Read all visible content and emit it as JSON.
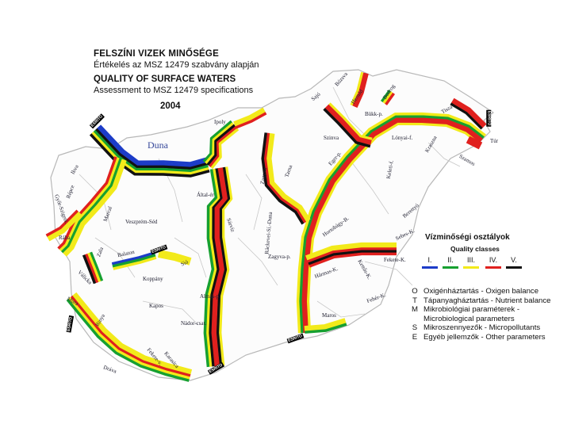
{
  "title": {
    "hu_main": "FELSZÍNI VIZEK MINŐSÉGE",
    "hu_sub": "Értékelés az MSZ 12479 szabvány alapján",
    "en_main": "QUALITY OF SURFACE WATERS",
    "en_sub": "Assessment to MSZ 12479 specifications",
    "year": "2004"
  },
  "legend": {
    "title_hu": "Vízminőségi osztályok",
    "title_en": "Quality classes",
    "classes": [
      {
        "label": "I.",
        "color": "#1c3cc8"
      },
      {
        "label": "II.",
        "color": "#16a030"
      },
      {
        "label": "III.",
        "color": "#f2ea1a"
      },
      {
        "label": "IV.",
        "color": "#e0201e"
      },
      {
        "label": "V.",
        "color": "#111111"
      }
    ]
  },
  "parameters": [
    {
      "code": "O",
      "text": "Oxigénháztartás - Oxigen balance"
    },
    {
      "code": "T",
      "text": "Tápanyagháztartás - Nutrient balance"
    },
    {
      "code": "M",
      "text": "Mikrobiológiai paraméterek -"
    },
    {
      "code": "",
      "text": "Microbiological parameters"
    },
    {
      "code": "S",
      "text": "Mikroszennyezők - Micropollutants"
    },
    {
      "code": "E",
      "text": "Egyéb jellemzők - Other parameters"
    }
  ],
  "places": {
    "duna": "Duna",
    "ipoly": "Ipoly",
    "sajo": "Sajó",
    "hernad": "Hernád",
    "bodrog": "Bodrog",
    "tisza": "Tisza",
    "tur": "Túr",
    "szamos": "Szamos",
    "kraszna": "Kraszna",
    "lonyai": "Lónyai-f.",
    "zagyva": "Zagyva",
    "tarna": "Tarna",
    "eger": "Eger-p.",
    "keleti": "Keleti-f.",
    "berettyo": "Berettyó",
    "hortobagy": "Hortobágy-B.",
    "sebesk": "Sebes-K.",
    "feketek": "Fekete-K.",
    "kettosk": "Kettős-K.",
    "hk": "Hármas-K.",
    "fehark": "Fehér-K.",
    "maros": "Maros",
    "sio": "Sió",
    "kapos": "Kapos",
    "koppany": "Koppány",
    "sarviz": "Sárvíz",
    "nador": "Nádor-csat.",
    "rackeve": "Ráckevei-Sí.-Duna",
    "veszprem": "Veszprém-Séd",
    "balaton": "Balaton",
    "zala": "Zala",
    "valicka": "Válicka",
    "mura": "Mura",
    "drava": "Dráva",
    "rabaf": "Rába",
    "marcal": "Marcal",
    "repce": "Répce",
    "ikva": "Ikva",
    "gyor": "Győr-Szigetk.",
    "alba": "Által-ér",
    "fekete": "Fekete-v.",
    "bozsva": "Bózsva",
    "rinya": "Rinya",
    "almas": "Almás-p.",
    "karasica": "Karasica",
    "esztramos": "Bükk-p.",
    "szinva": "Szinva",
    "zagyvap": "Zagyva-p."
  },
  "badges": {
    "b1": "ESRITO",
    "b2": "ESRITO",
    "b3": "ESRITO",
    "b4": "ESRITO",
    "b5": "ESRITO",
    "b6": "ESRITO"
  }
}
